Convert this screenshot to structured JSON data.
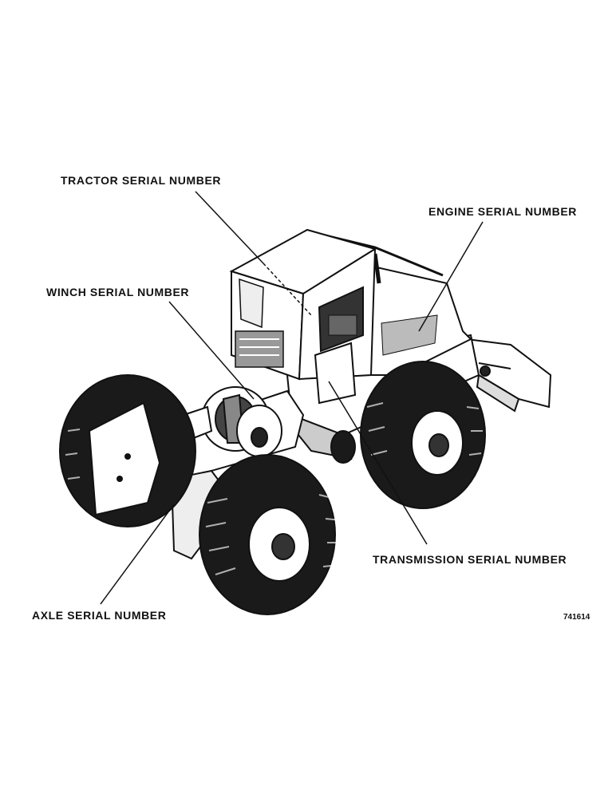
{
  "labels": {
    "tractor": "TRACTOR SERIAL NUMBER",
    "engine": "ENGINE SERIAL NUMBER",
    "winch": "WINCH SERIAL NUMBER",
    "transmission": "TRANSMISSION SERIAL NUMBER",
    "axle": "AXLE SERIAL NUMBER"
  },
  "figure_number": "741614"
}
